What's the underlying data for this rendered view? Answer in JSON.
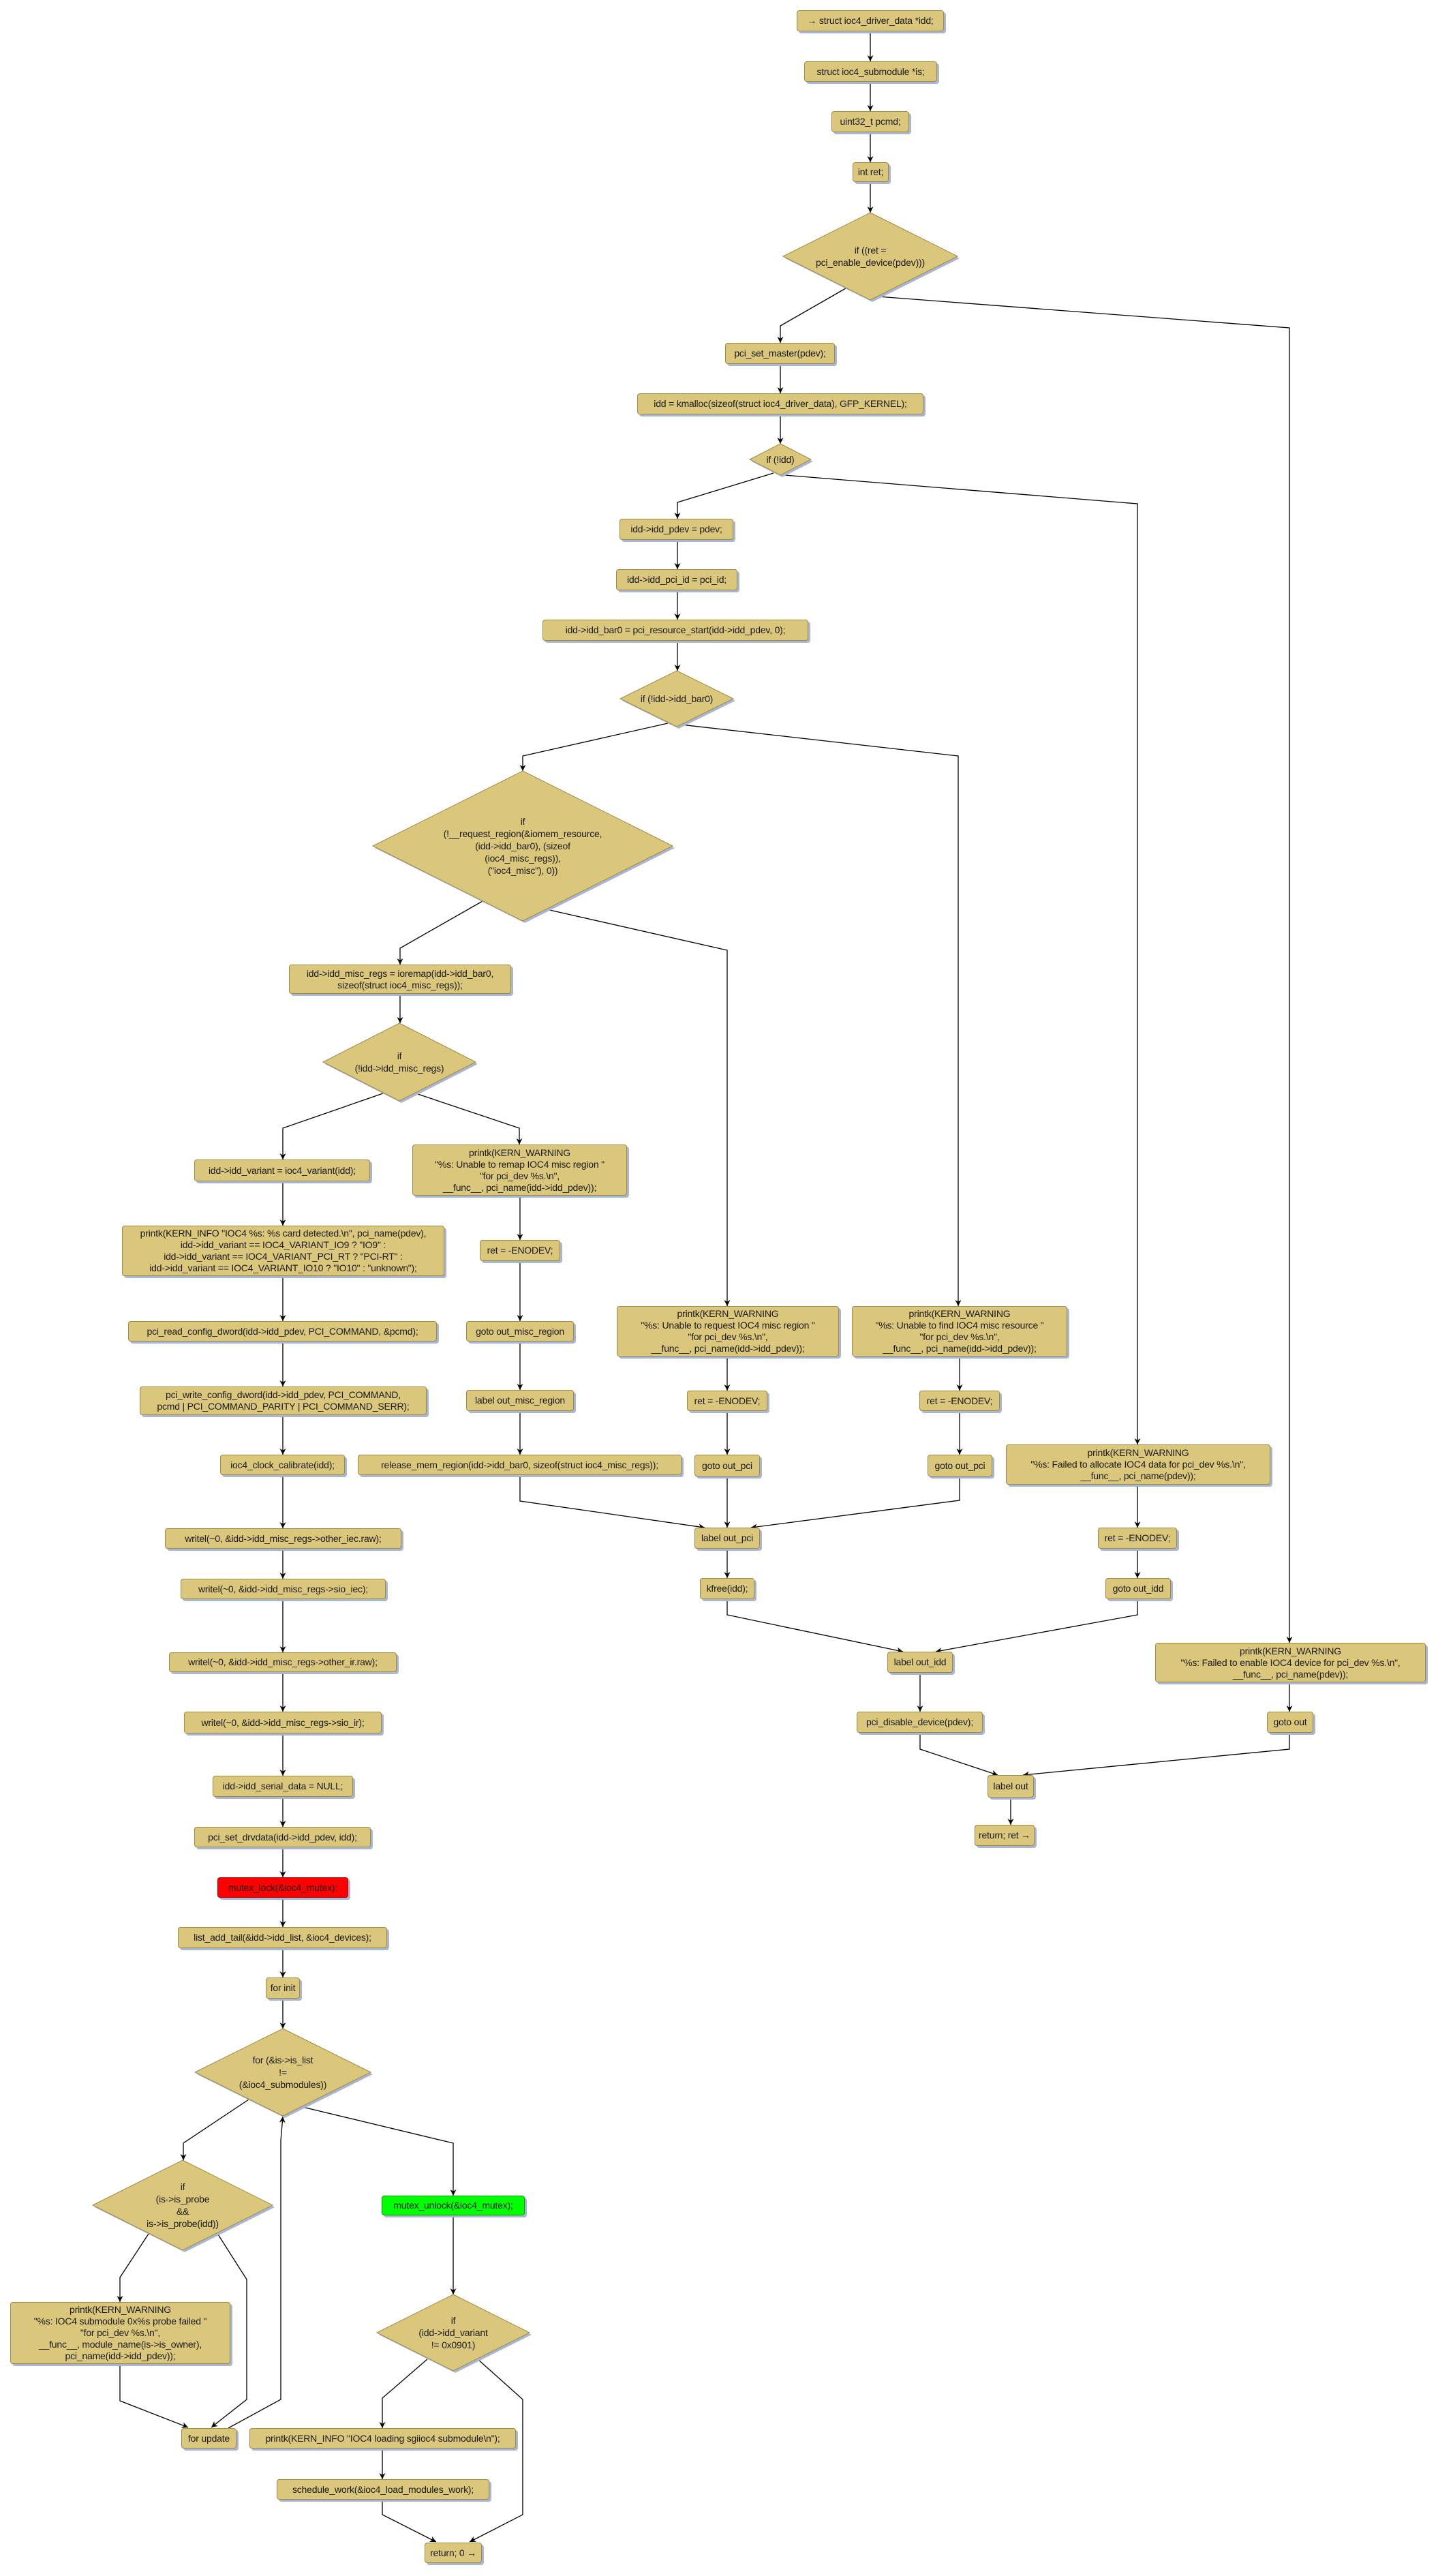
{
  "nodes": {
    "n1": "→ struct ioc4_driver_data *idd;",
    "n2": "struct ioc4_submodule *is;",
    "n3": "uint32_t pcmd;",
    "n4": "int ret;",
    "d1": "if ((ret =\npci_enable_device(pdev)))",
    "n5": "pci_set_master(pdev);",
    "n6": "idd = kmalloc(sizeof(struct ioc4_driver_data), GFP_KERNEL);",
    "d2": "if (!idd)",
    "n7": "idd->idd_pdev = pdev;",
    "n8": "idd->idd_pci_id = pci_id;",
    "n9": "idd->idd_bar0 = pci_resource_start(idd->idd_pdev, 0);",
    "d3": "if (!idd->idd_bar0)",
    "d4": "if\n(!__request_region(&iomem_resource,\n(idd->idd_bar0), (sizeof\n(ioc4_misc_regs)),\n(\"ioc4_misc\"), 0))",
    "n10": "idd->idd_misc_regs = ioremap(idd->idd_bar0,\nsizeof(struct ioc4_misc_regs));",
    "d5": "if\n(!idd->idd_misc_regs)",
    "n11": "idd->idd_variant = ioc4_variant(idd);",
    "n12": "printk(KERN_WARNING\n\"%s: Unable to remap IOC4 misc region \"\n\"for pci_dev %s.\\n\",\n__func__, pci_name(idd->idd_pdev));",
    "n13": "printk(KERN_INFO \"IOC4 %s: %s card detected.\\n\", pci_name(pdev),\nidd->idd_variant == IOC4_VARIANT_IO9 ? \"IO9\" :\nidd->idd_variant == IOC4_VARIANT_PCI_RT ? \"PCI-RT\" :\nidd->idd_variant == IOC4_VARIANT_IO10 ? \"IO10\" : \"unknown\");",
    "n14": "ret = -ENODEV;",
    "n15": "pci_read_config_dword(idd->idd_pdev, PCI_COMMAND, &pcmd);",
    "n16": "goto out_misc_region",
    "n17": "pci_write_config_dword(idd->idd_pdev, PCI_COMMAND,\npcmd | PCI_COMMAND_PARITY | PCI_COMMAND_SERR);",
    "n18": "label out_misc_region",
    "n19": "ioc4_clock_calibrate(idd);",
    "n20": "release_mem_region(idd->idd_bar0, sizeof(struct ioc4_misc_regs));",
    "n21": "writel(~0, &idd->idd_misc_regs->other_iec.raw);",
    "n22": "writel(~0, &idd->idd_misc_regs->sio_iec);",
    "n23": "writel(~0, &idd->idd_misc_regs->other_ir.raw);",
    "n24": "printk(KERN_WARNING\n\"%s: Unable to request IOC4 misc region \"\n\"for pci_dev %s.\\n\",\n__func__, pci_name(idd->idd_pdev));",
    "n25": "printk(KERN_WARNING\n\"%s: Unable to find IOC4 misc resource \"\n\"for pci_dev %s.\\n\",\n__func__, pci_name(idd->idd_pdev));",
    "n26": "ret = -ENODEV;",
    "n27": "ret = -ENODEV;",
    "n28": "goto out_pci",
    "n29": "goto out_pci",
    "n30": "printk(KERN_WARNING\n\"%s: Failed to allocate IOC4 data for pci_dev %s.\\n\",\n__func__, pci_name(pdev));",
    "n31": "label out_pci",
    "n32": "ret = -ENODEV;",
    "n33": "kfree(idd);",
    "n34": "goto out_idd",
    "n35": "label out_idd",
    "n36": "printk(KERN_WARNING\n\"%s: Failed to enable IOC4 device for pci_dev %s.\\n\",\n__func__, pci_name(pdev));",
    "n37": "pci_disable_device(pdev);",
    "n38": "goto out",
    "n39": "label out",
    "n40": "return; ret →",
    "n41": "writel(~0, &idd->idd_misc_regs->sio_ir);",
    "n42": "idd->idd_serial_data = NULL;",
    "n43": "pci_set_drvdata(idd->idd_pdev, idd);",
    "n44": "mutex_lock(&ioc4_mutex);",
    "n45": "list_add_tail(&idd->idd_list, &ioc4_devices);",
    "n46": "for init",
    "d6": "for (&is->is_list\n!=\n(&ioc4_submodules))",
    "d7": "if\n(is->is_probe\n&&\nis->is_probe(idd))",
    "n47": "mutex_unlock(&ioc4_mutex);",
    "n48": "printk(KERN_WARNING\n\"%s: IOC4 submodule 0x%s probe failed \"\n\"for pci_dev %s.\\n\",\n__func__, module_name(is->is_owner),\npci_name(idd->idd_pdev));",
    "d8": "if\n(idd->idd_variant\n!= 0x0901)",
    "n49": "for update",
    "n50": "printk(KERN_INFO \"IOC4 loading sgiioc4 submodule\\n\");",
    "n51": "schedule_work(&ioc4_load_modules_work);",
    "n52": "return; 0 →"
  },
  "colors": {
    "node_fill": "#dbc77b",
    "lock_fill": "#ff0000",
    "unlock_fill": "#00ff00"
  }
}
